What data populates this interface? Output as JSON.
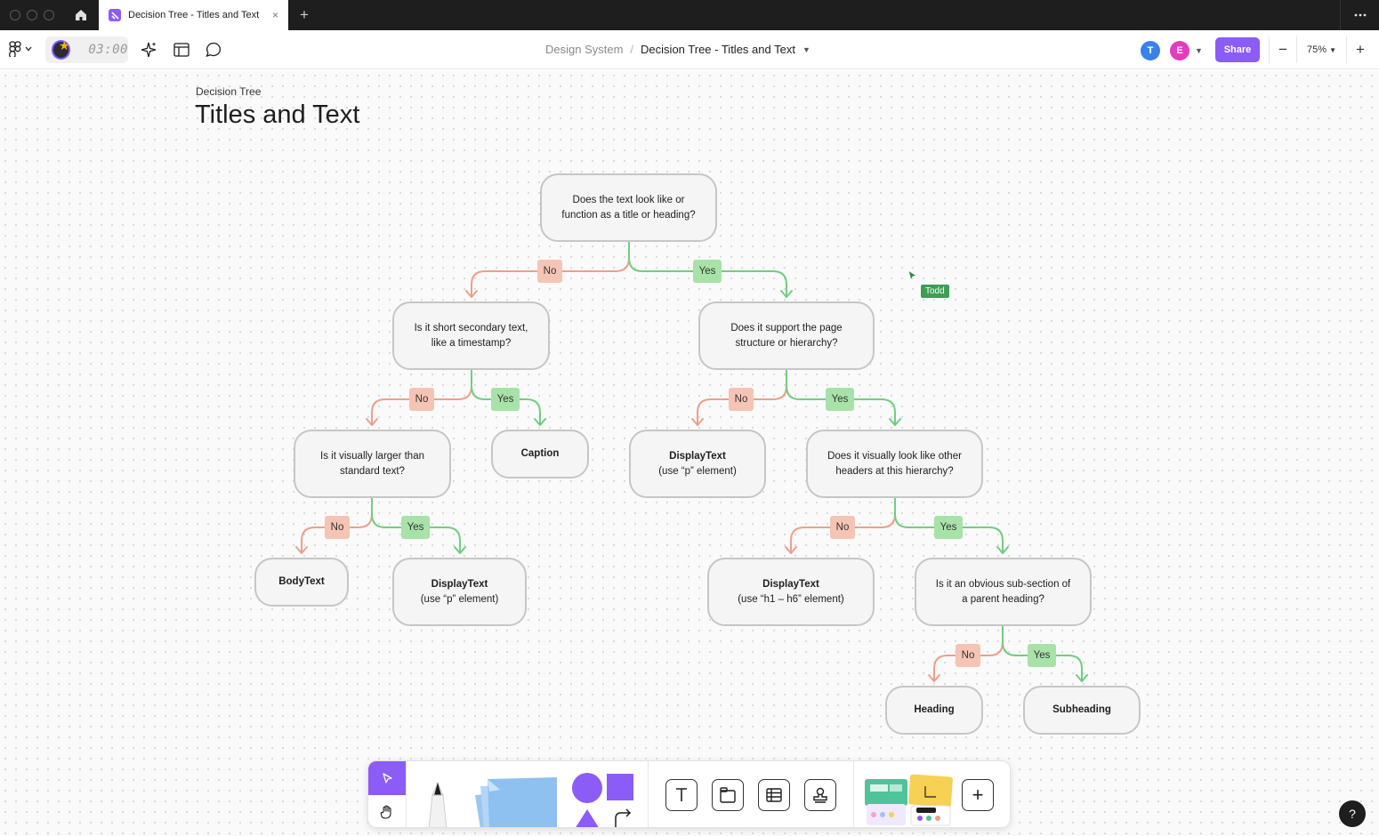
{
  "window": {
    "tab_title": "Decision Tree - Titles and Text",
    "new_tab_glyph": "+",
    "close_glyph": "×"
  },
  "toolbar": {
    "timer": "03:00",
    "breadcrumb_parent": "Design System",
    "breadcrumb_separator": "/",
    "file_name": "Decision Tree - Titles and Text",
    "avatars": [
      {
        "initial": "T",
        "color": "#3b82e8"
      },
      {
        "initial": "E",
        "color": "#e23dbd"
      }
    ],
    "share_label": "Share",
    "zoom_label": "75%",
    "zoom_out_glyph": "−",
    "zoom_in_glyph": "+"
  },
  "board": {
    "subtitle": "Decision Tree",
    "title": "Titles and Text"
  },
  "tree": {
    "nodes": {
      "root": [
        "Does the text look like or",
        "function as a title or heading?"
      ],
      "short_secondary": [
        "Is it short secondary text,",
        "like a timestamp?"
      ],
      "page_structure": [
        "Does it support the page",
        "structure or hierarchy?"
      ],
      "visually_larger": [
        "Is it visually larger than",
        "standard text?"
      ],
      "caption": "Caption",
      "display_p_right": {
        "title": "DisplayText",
        "detail": "(use “p” element)"
      },
      "look_like_headers": [
        "Does it visually look like other",
        "headers at this hierarchy?"
      ],
      "body_text": "BodyText",
      "display_p_left": {
        "title": "DisplayText",
        "detail": "(use “p” element)"
      },
      "display_h": {
        "title": "DisplayText",
        "detail": "(use “h1 – h6” element)"
      },
      "sub_section": [
        "Is it an obvious sub-section of",
        "a parent heading?"
      ],
      "heading": "Heading",
      "subheading": "Subheading"
    },
    "labels": {
      "no": "No",
      "yes": "Yes"
    },
    "colors": {
      "no_edge": "#ef9f8a",
      "yes_edge": "#6fcf7f",
      "no_label": "#f5c4b4",
      "yes_label": "#a8e2a8"
    }
  },
  "collaborator": {
    "name": "Todd",
    "color": "#3e9e54"
  },
  "dock": {
    "tools": [
      "select-tool",
      "hand-tool",
      "marker-tool",
      "sticky-note-tool",
      "shapes-tool",
      "text-tool",
      "section-tool",
      "table-tool",
      "stamp-tool",
      "templates",
      "more-tools"
    ],
    "add_glyph": "+"
  },
  "help_glyph": "?",
  "accent_color": "#8b5cf6"
}
